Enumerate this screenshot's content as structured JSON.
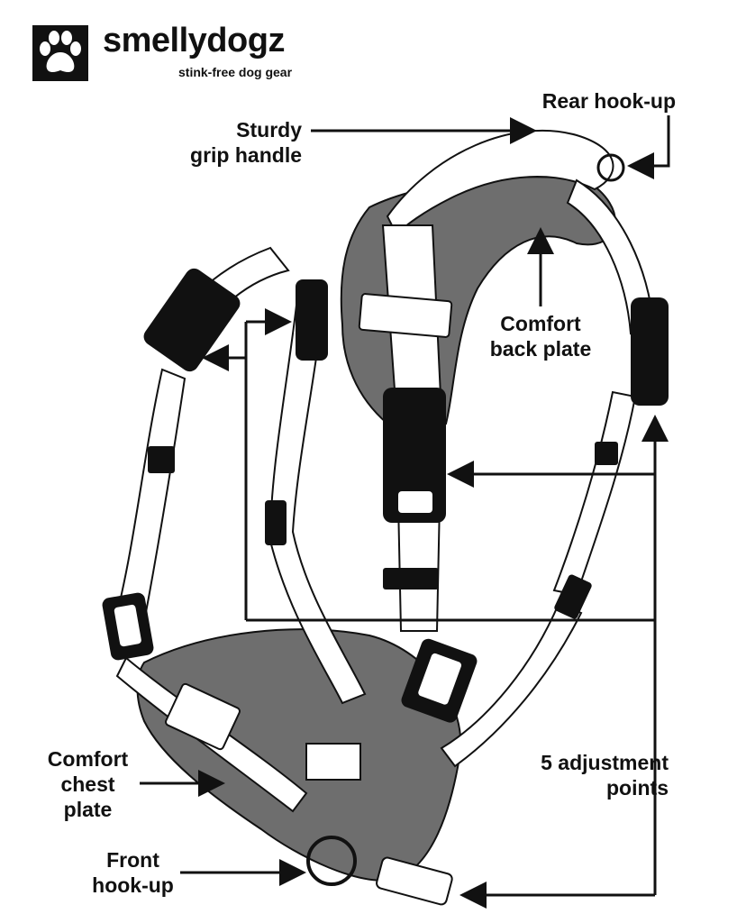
{
  "brand": {
    "name": "smellydogz",
    "tagline": "stink-free dog gear",
    "logo_icon": "paw-icon"
  },
  "labels": {
    "rear_hookup": "Rear hook-up",
    "grip_handle_line1": "Sturdy",
    "grip_handle_line2": "grip handle",
    "back_plate_line1": "Comfort",
    "back_plate_line2": "back plate",
    "chest_plate_line1": "Comfort",
    "chest_plate_line2": "chest",
    "chest_plate_line3": "plate",
    "front_hookup_line1": "Front",
    "front_hookup_line2": "hook-up",
    "adjust_line1": "5 adjustment",
    "adjust_line2": "points"
  },
  "colors": {
    "ink": "#111111",
    "plate_gray": "#6e6e6e",
    "strap_white": "#ffffff",
    "background": "#ffffff"
  }
}
